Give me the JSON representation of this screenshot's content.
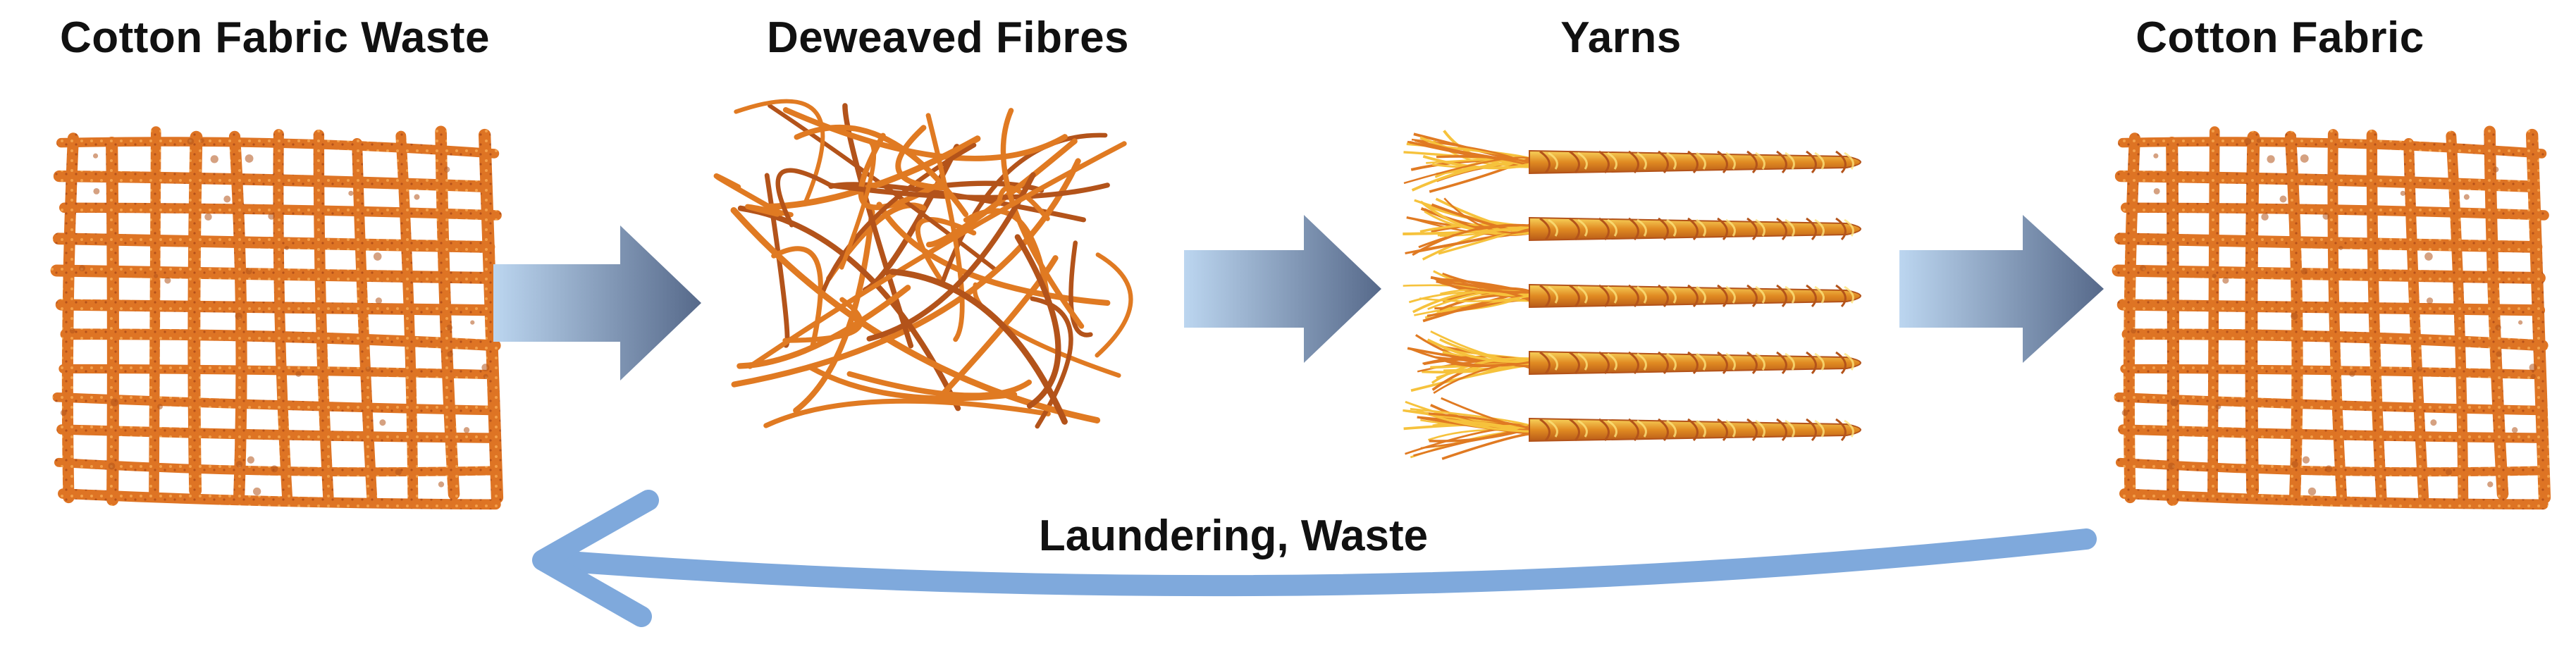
{
  "stages": [
    {
      "id": "waste",
      "label": "Cotton Fabric Waste"
    },
    {
      "id": "fibres",
      "label": "Deweaved Fibres"
    },
    {
      "id": "yarns",
      "label": "Yarns"
    },
    {
      "id": "fabric",
      "label": "Cotton Fabric"
    }
  ],
  "return_flow": {
    "label": "Laundering, Waste"
  },
  "colors": {
    "fibre": "#e07a22",
    "fibre_dark": "#b3531a",
    "yarn_light": "#f6c23c",
    "arrow_light": "#b7d3ef",
    "arrow_dark": "#5c6f8f",
    "return_arrow": "#7fa9dc"
  }
}
